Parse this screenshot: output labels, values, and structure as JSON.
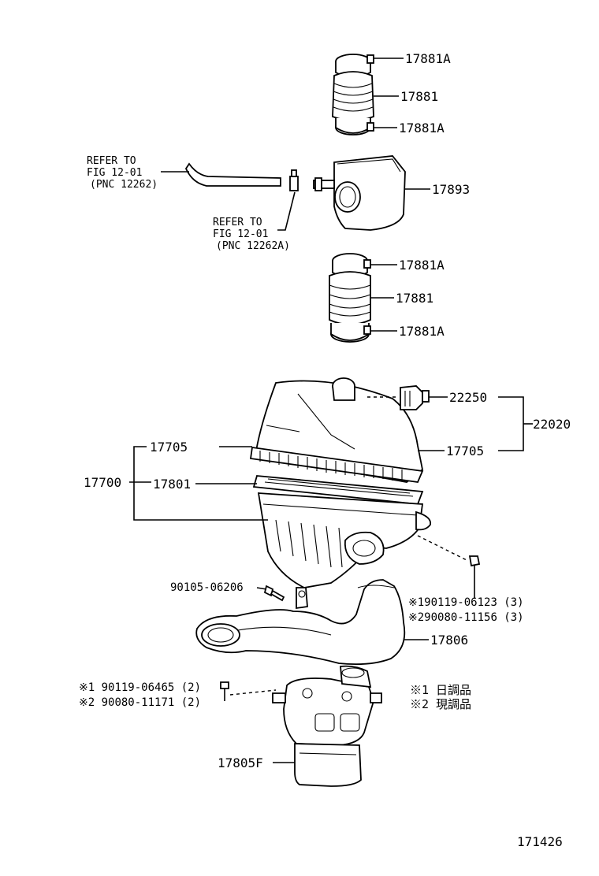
{
  "diagram_id": "171426",
  "parts": {
    "p17881A_1": "17881A",
    "p17881_1": "17881",
    "p17881A_2": "17881A",
    "p17893": "17893",
    "p17881A_3": "17881A",
    "p17881_2": "17881",
    "p17881A_4": "17881A",
    "p22250": "22250",
    "p22020": "22020",
    "p17705_right": "17705",
    "p17705_left": "17705",
    "p17700": "17700",
    "p17801": "17801",
    "p90105": "90105-06206",
    "p19_a": "※190119-06123 (3)",
    "p29_a": "※290080-11156 (3)",
    "p17806": "17806",
    "p19_b": "※1 90119-06465 (2)",
    "p29_b": "※2 90080-11171 (2)",
    "p17805F": "17805F"
  },
  "refs": {
    "ref1_line1": "REFER TO",
    "ref1_line2": "FIG 12-01",
    "ref1_line3": "(PNC 12262)",
    "ref2_line1": "REFER TO",
    "ref2_line2": "FIG 12-01",
    "ref2_line3": "(PNC 12262A)"
  },
  "notes": {
    "note1": "※1 日調品",
    "note2": "※2 現調品"
  }
}
